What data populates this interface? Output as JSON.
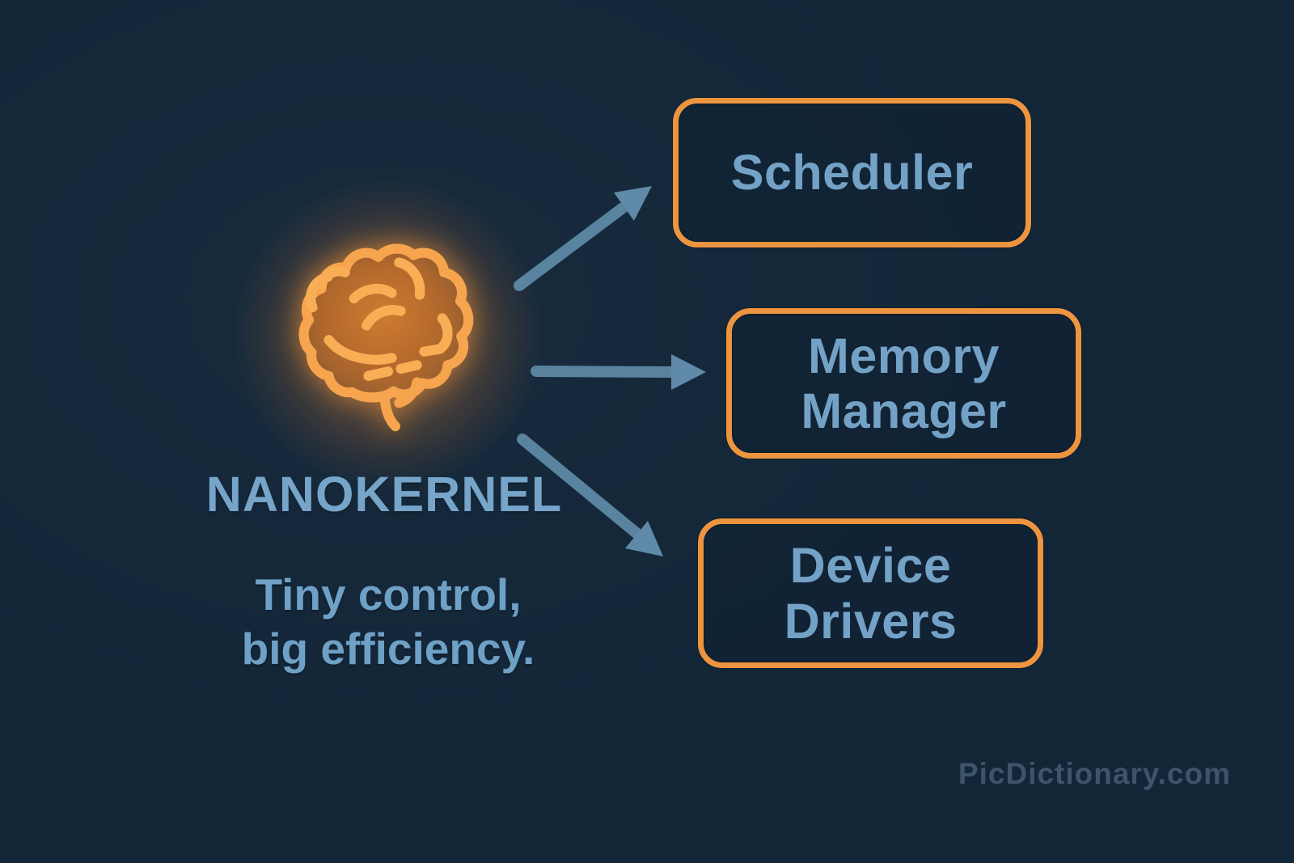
{
  "diagram": {
    "center": {
      "icon": "brain-icon",
      "label": "NANOKERNEL",
      "tagline": {
        "line1": "Tiny control,",
        "line2": "big efficiency."
      }
    },
    "nodes": [
      {
        "id": "scheduler",
        "label": "Scheduler"
      },
      {
        "id": "memory-manager",
        "label": "Memory Manager"
      },
      {
        "id": "device-drivers",
        "label": "Device Drivers"
      }
    ],
    "connections": [
      {
        "from": "nanokernel",
        "to": "scheduler"
      },
      {
        "from": "nanokernel",
        "to": "memory-manager"
      },
      {
        "from": "nanokernel",
        "to": "device-drivers"
      }
    ],
    "colors": {
      "background": "#132638",
      "box_border": "#ec9440",
      "label_blue": "#74a2c6",
      "arrow_blue": "#608ba8",
      "brain_stroke": "#f7a44e",
      "watermark": "#3e5468"
    }
  },
  "watermark": "PicDictionary.com"
}
